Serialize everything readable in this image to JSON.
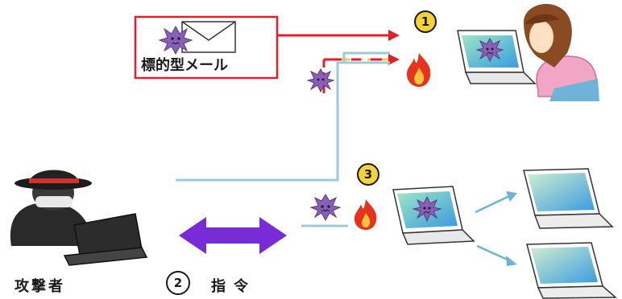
{
  "labels": {
    "targeted_mail": "標的型メール",
    "attacker": "攻撃者",
    "command": "指令"
  },
  "badges": {
    "step1": "1",
    "step2": "2",
    "step3": "3"
  },
  "colors": {
    "red_line": "#e0202a",
    "yellow_line": "#f2c94c",
    "blue_line": "#9cc9dc",
    "command_arrow": "#7a2bd8",
    "virus": "#8a5fb8",
    "fire": "#e8321e",
    "screen": "#2e9be8"
  },
  "icons": [
    "envelope-icon",
    "virus-icon",
    "fire-icon",
    "hacker-icon",
    "laptop-icon",
    "person-icon",
    "arrow-icon"
  ]
}
